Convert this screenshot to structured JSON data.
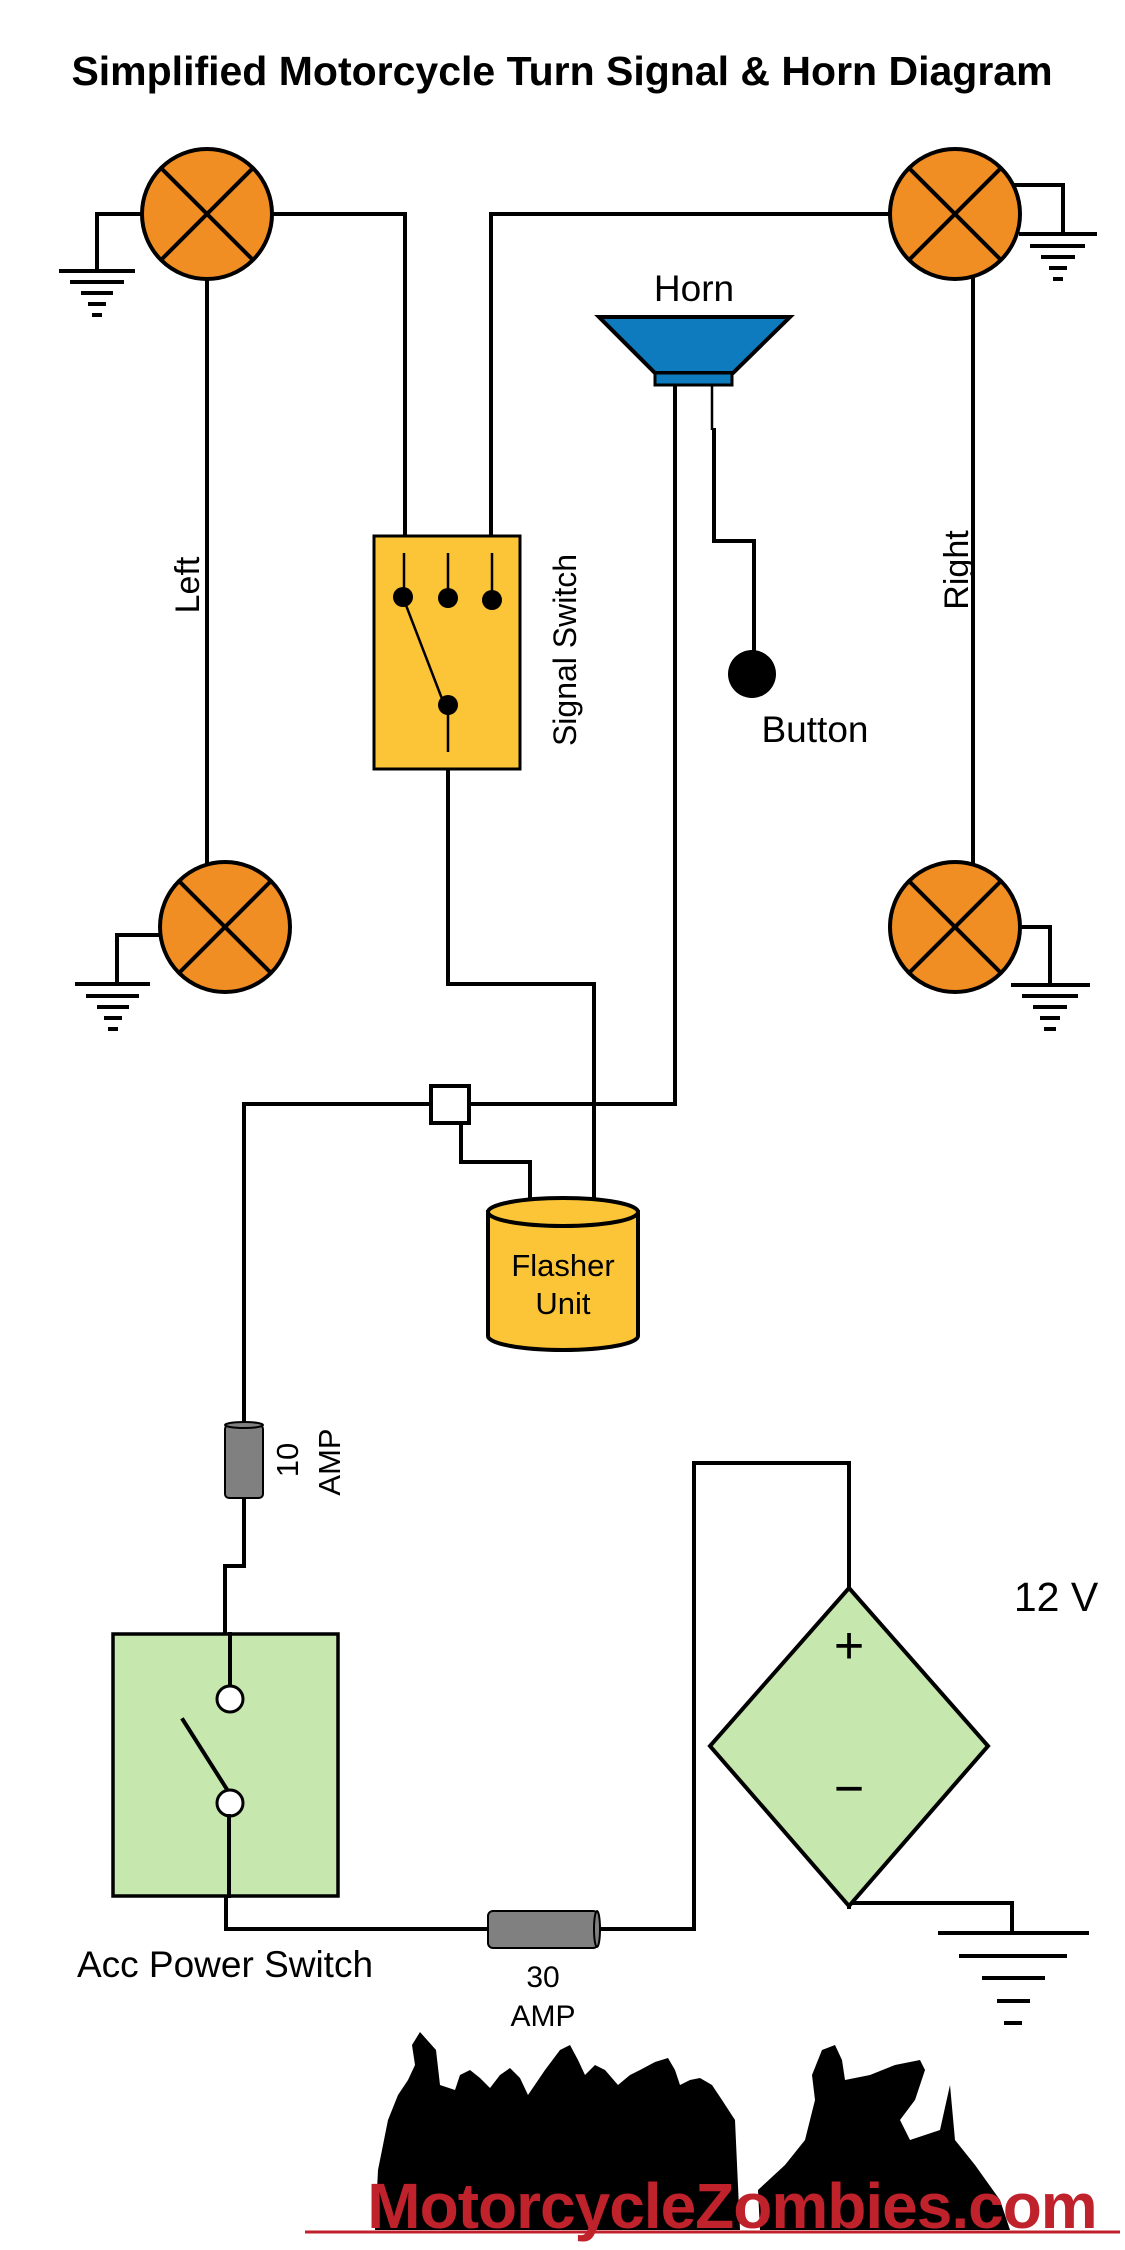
{
  "title": "Simplified Motorcycle Turn Signal & Horn Diagram",
  "colors": {
    "lamp": "#f08d23",
    "signal_switch": "#fcc537",
    "flasher": "#fcc537",
    "horn": "#0d7bbd",
    "green": "#c6e7ae",
    "fuse": "#808080",
    "logo_red": "#c0222c"
  },
  "labels": {
    "left": "Left",
    "right": "Right",
    "horn": "Horn",
    "button": "Button",
    "signal_switch": "Signal Switch",
    "flasher_line1": "Flasher",
    "flasher_line2": "Unit",
    "fuse_small_line1": "10",
    "fuse_small_line2": "AMP",
    "acc_switch": "Acc Power Switch",
    "fuse_main_line1": "30",
    "fuse_main_line2": "AMP",
    "battery_voltage": "12 V",
    "battery_plus": "+",
    "battery_minus": "−"
  },
  "components": {
    "lamps": [
      "front-left",
      "rear-left",
      "front-right",
      "rear-right"
    ],
    "fuses": [
      "10 AMP",
      "30 AMP"
    ],
    "grounds": [
      "front-left",
      "rear-left",
      "front-right",
      "rear-right",
      "battery"
    ]
  },
  "logo": {
    "text": "MotorcycleZombies.com"
  }
}
